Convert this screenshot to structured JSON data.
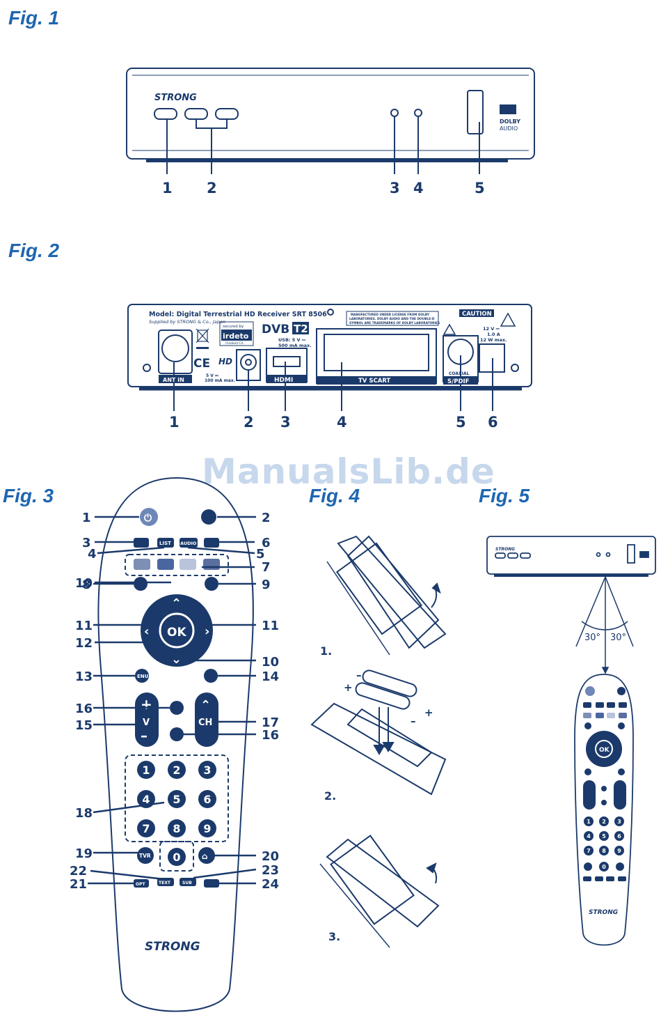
{
  "figures": {
    "fig1": "Fig. 1",
    "fig2": "Fig. 2",
    "fig3": "Fig. 3",
    "fig4": "Fig. 4",
    "fig5": "Fig. 5"
  },
  "watermark": "ManualsLib.de",
  "brand": "STRONG",
  "fig1": {
    "callouts": [
      "1",
      "2",
      "3",
      "4",
      "5"
    ],
    "dolby": [
      "DOLBY",
      "AUDIO"
    ]
  },
  "fig2": {
    "model": "Model: Digital Terrestrial HD Receiver SRT 8506",
    "supplied": "Supplied by STRONG & Co., Japan",
    "secured_by": "secured by",
    "irdeto": "irdeto",
    "irdeto_sub": "Cloaked CA",
    "dvb": "DVB",
    "t2": "T2",
    "usb": [
      "USB: 5 V ⎓",
      "500 mA max."
    ],
    "dolby_notice": [
      "MANUFACTURED UNDER LICENSE FROM DOLBY",
      "LABORATORIES. DOLBY AUDIO AND THE DOUBLE-D",
      "SYMBOL ARE TRADEMARKS OF DOLBY LABORATORIES"
    ],
    "caution": "CAUTION",
    "power": [
      "12 V ⎓",
      "1.0 A",
      "12 W max."
    ],
    "hd": "HD",
    "ce": "CE",
    "antenna_power": [
      "5 V ⎓",
      "100 mA max."
    ],
    "ant_in": "ANT IN",
    "hdmi": "HDMI",
    "tv_scart": "TV SCART",
    "coaxial": "COAXIAL",
    "spdif": "S/PDIF",
    "callouts": [
      "1",
      "2",
      "3",
      "4",
      "5",
      "6"
    ]
  },
  "fig3": {
    "button_labels": {
      "list": "LIST",
      "audio": "AUDIO",
      "ok": "OK",
      "menu": "ENU",
      "v": "V",
      "ch": "CH",
      "tvr": "TVR",
      "text": "TEXT",
      "sub": "SUB",
      "opt": "OPT",
      "digits": [
        "1",
        "2",
        "3",
        "4",
        "5",
        "6",
        "7",
        "8",
        "9",
        "0"
      ]
    },
    "callouts_left": [
      "1",
      "3",
      "4",
      "8",
      "10",
      "11",
      "12",
      "13",
      "16",
      "15",
      "18",
      "19",
      "22",
      "21"
    ],
    "callouts_right": [
      "2",
      "6",
      "5",
      "7",
      "9",
      "11",
      "10",
      "14",
      "17",
      "16",
      "20",
      "23",
      "24"
    ],
    "colors": {
      "red_btn": "#7d8fb5",
      "green_btn": "#4a66a0",
      "yellow_btn": "#b9c3dc",
      "blue_btn": "#5a6ea0",
      "body": "#1b3a6b"
    }
  },
  "fig4": {
    "steps": [
      "1.",
      "2.",
      "3."
    ],
    "polarity": [
      "+",
      "–",
      "+",
      "–"
    ]
  },
  "fig5": {
    "angles": [
      "30°",
      "30°"
    ]
  }
}
